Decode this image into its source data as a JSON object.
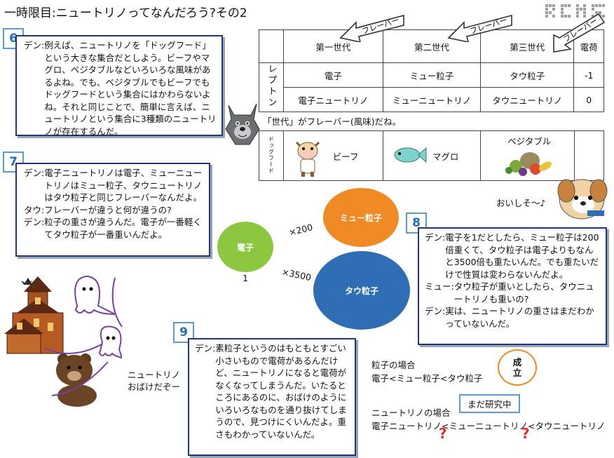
{
  "title": "一時限目:ニュートリノってなんだろう?その2",
  "logo_text": "RCNS",
  "sections": {
    "s6": {
      "number": "6",
      "lines": [
        {
          "speaker": "デン:",
          "text": "例えば、ニュートリノを「ドッグフード」という大きな集合だとしよう。ビーフやマグロ、ベジタブルなどいろいろな風味があるよね。でも、ベジタブルでもビーフでもドッグフードという集合にはかわらないよね。それと同じことで、簡単に言えば、ニュートリノという集合に3種類のニュートリノが存在するんだ。"
        }
      ]
    },
    "s7": {
      "number": "7",
      "lines": [
        {
          "speaker": "デン:",
          "text": "電子ニュートリノは電子、ミューニュートリノはミュー粒子、タウニュートリノはタウ粒子と同じフレーバーなんだよ。"
        },
        {
          "speaker": "タウ:",
          "text": "フレーバーが違うと何が違うの?"
        },
        {
          "speaker": "デン:",
          "text": "粒子の重さが違うんだ。電子が一番軽くてタウ粒子が一番重いんだよ。"
        }
      ]
    },
    "s8": {
      "number": "8",
      "lines": [
        {
          "speaker": "デン:",
          "text": "電子を1だとしたら、ミュー粒子は200倍重くて、タウ粒子は電子よりもなんと3500倍も重たいんだ。でも重たいだけで性質は変わらないんだよ。"
        },
        {
          "speaker": "ミュー:",
          "text": "タウ粒子が重いとしたら、タウニュートリノも重いの?"
        },
        {
          "speaker": "デン:",
          "text": "実は、ニュートリノの重さはまだわかっていないんだ。"
        }
      ]
    },
    "s9": {
      "number": "9",
      "lines": [
        {
          "speaker": "デン:",
          "text": "素粒子というのはもともとすごい小さいもので電荷があるんだけど、ニュートリノになると電荷がなくなってしまうんだ。いたるところにあるのに、おばけのようにいろいろなものを通り抜けてしまうので、見つけにくいんだよ。重さもわかっていないんだ。"
        }
      ]
    }
  },
  "flavor_table": {
    "arrow_label": "フレーバー",
    "headers": [
      "第一世代",
      "第二世代",
      "第三世代",
      "電荷"
    ],
    "row_group_label": "レプトン",
    "rows": [
      [
        "電子",
        "ミュー粒子",
        "タウ粒子",
        "-1"
      ],
      [
        "電子ニュートリノ",
        "ミューニュートリノ",
        "タウニュートリノ",
        "0"
      ]
    ],
    "caption": "「世代」がフレーバー(風味)だね。"
  },
  "dogfood_table": {
    "label": "ドッグフード",
    "items": [
      "ビーフ",
      "マグロ",
      "ベジタブル"
    ]
  },
  "dog_speech": "おいしそ〜♪",
  "mass_diagram": {
    "electron": "電子",
    "muon": "ミュー粒子",
    "tau": "タウ粒子",
    "electron_value": "1",
    "muon_factor": "×200",
    "tau_factor": "×3500",
    "colors": {
      "electron": "#8dc63f",
      "muon": "#f08a24",
      "tau": "#2f6db5"
    }
  },
  "ghost_caption": [
    "ニュートリノ",
    "おばけだぞー"
  ],
  "comparison": {
    "particle_heading": "粒子の場合",
    "particle_order": "電子<ミュー粒子<タウ粒子",
    "established": "成立",
    "neutrino_heading": "ニュートリノの場合",
    "neutrino_order": "電子ニュートリノ<ミューニュートリノ<タウニュートリノ",
    "under_research": "まだ研究中",
    "question_mark": "?"
  }
}
